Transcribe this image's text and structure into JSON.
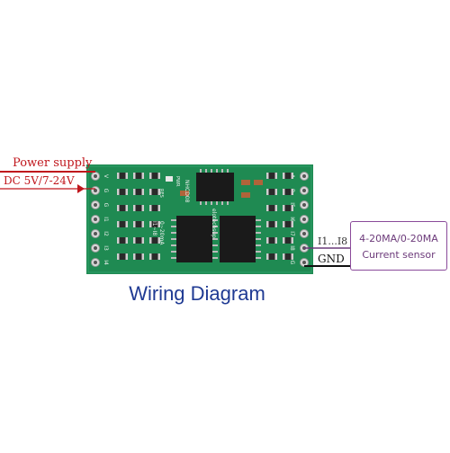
{
  "labels": {
    "power_supply": "Power supply",
    "dc_voltage": "DC 5V/7-24V",
    "inputs": "I1...I8",
    "gnd": "GND",
    "sensor_line1": "4-20MA/0-20MA",
    "sensor_line2": "Current sensor",
    "caption": "Wiring Diagram"
  },
  "board": {
    "chip_top": "NHCD08",
    "brand": "elotechsup",
    "range": "0~20mA",
    "inputs_marking": "I1~I8",
    "res_marking": "RES",
    "pwr_marking": "PWR",
    "left_pins": [
      "V",
      "G",
      "G",
      "I1",
      "I2",
      "I3",
      "I4"
    ],
    "right_pins": [
      "A",
      "B",
      "I5",
      "I6",
      "I7",
      "I8",
      "G"
    ]
  },
  "colors": {
    "pcb": "#1f8a52",
    "power_wire": "#c0161c",
    "gnd_wire": "#111111",
    "sensor_border": "#8a4a9a",
    "caption": "#1f3a93"
  }
}
